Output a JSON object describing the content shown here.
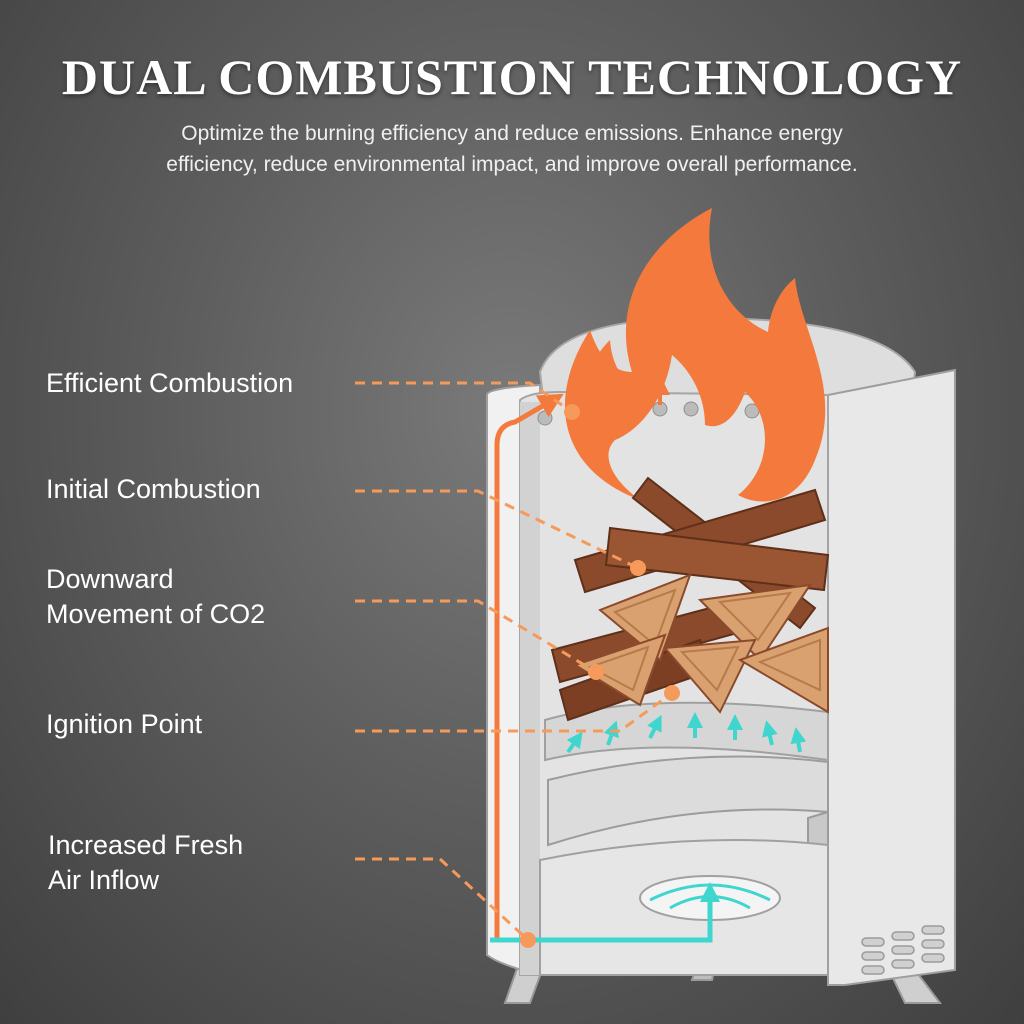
{
  "header": {
    "title": "DUAL COMBUSTION TECHNOLOGY",
    "subtitle_line1": "Optimize the burning efficiency and reduce emissions. Enhance energy",
    "subtitle_line2": "efficiency, reduce environmental impact, and improve overall performance."
  },
  "callouts": {
    "efficient": "Efficient Combustion",
    "initial": "Initial Combustion",
    "downward_line1": "Downward",
    "downward_line2": "Movement of CO2",
    "ignition": "Ignition Point",
    "fresh_line1": "Increased Fresh",
    "fresh_line2": "Air Inflow"
  },
  "colors": {
    "flame": "#f37a3c",
    "wood": "#8b4a2b",
    "wood_light": "#d9a070",
    "air_arrow": "#3fd6d0",
    "leader": "#f59a5a",
    "stove": "#e6e6e6"
  }
}
